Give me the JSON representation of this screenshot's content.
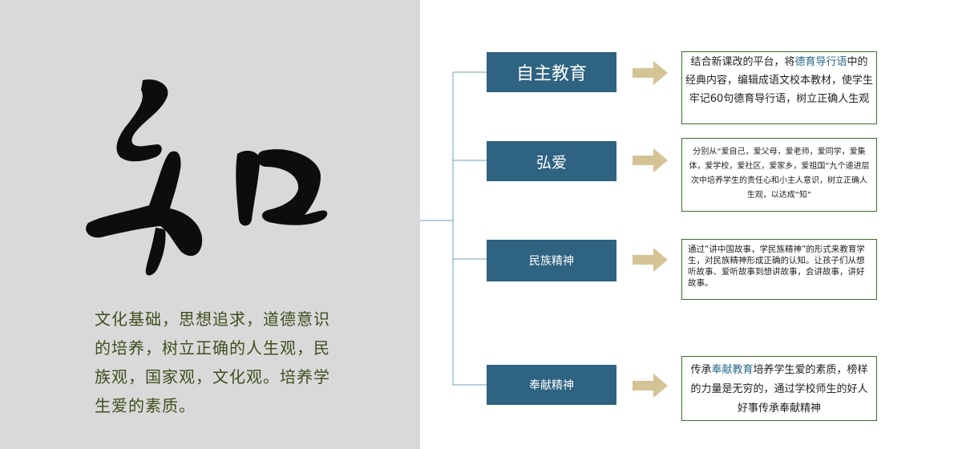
{
  "calligraphy": {
    "char": "知"
  },
  "intro": {
    "text": "文化基础，思想追求，道德意识的培养，树立正确的人生观，民族观，国家观，文化观。培养学生爱的素质。"
  },
  "colors": {
    "node": "#2e6381",
    "arrow": "#d4c394",
    "border": "#3d6b2c",
    "highlight": "#2a6a8a",
    "panel": "#d9d9d9",
    "intro_text": "#3e4f1e"
  },
  "nodes": [
    {
      "label": "自主教育",
      "desc": {
        "before": "结合新课改的平台，将",
        "highlight": "德育导行语",
        "after": "中的经典内容，编辑成语文校本教材，使学生牢记60句德育导行语，树立正确人生观"
      }
    },
    {
      "label": "弘爱",
      "desc": {
        "before": "分别从“爱自己，爱父母，爱老师，爱同学，爱集体，爱学校，爱社区，爱家乡，爱祖国”九个递进层次中培养学生的责任心和小主人意识，树立正确人生观，以达成“知”",
        "highlight": "",
        "after": ""
      }
    },
    {
      "label": "民族精神",
      "desc": {
        "before": "通过“讲中国故事，学民族精神”的形式来教育学生，对民族精神形成正确的认知。让孩子们从想听故事、爱听故事到想讲故事，会讲故事，讲好故事。",
        "highlight": "",
        "after": ""
      }
    },
    {
      "label": "奉献精神",
      "desc": {
        "before": "传承",
        "highlight": "奉献教育",
        "after": "培养学生爱的素质，榜样的力量是无穷的，通过学校师生的好人好事传承奉献精神"
      }
    }
  ]
}
